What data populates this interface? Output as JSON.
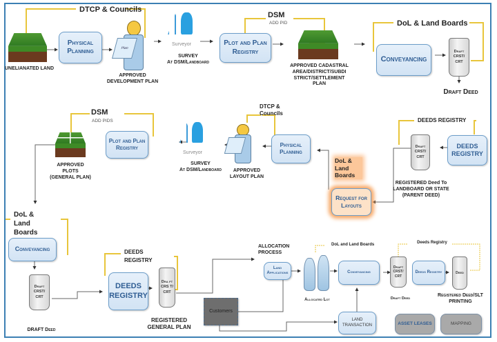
{
  "diagram": {
    "row1": {
      "group_dtcp": "DTCP & Councils",
      "unalienated_land": "UNELIANATED LAND",
      "physical_planning": "Physical Planning",
      "approved_dev_plan": "APPROVED DEVELOPMENT PLAN",
      "plan_sheet_label": "Plan",
      "surveyor_caption": "Surveyor",
      "survey": "SURVEY",
      "survey_at": "At DSM/Landboard",
      "group_dsm": "DSM",
      "dsm_sub": "ADD PID",
      "plot_plan_registry": "Plot and Plan Registry",
      "approved_cadastral": "APPROVED CADASTRAL AREA/DISTRICT/SUBDI STRICT/SETTLEMENT PLAN",
      "group_dol": "DoL & Land Boards",
      "conveyancing": "Conveyancing",
      "draft_scroll": "Draft CRST/ CRT",
      "draft_deed": "Draft Deed"
    },
    "row2": {
      "group_dsm": "DSM",
      "dsm_sub": "ADD PIDS",
      "approved_plots": "APPROVED PLOTS (GENERAL PLAN)",
      "plot_plan_registry": "Plot and Plan Registry",
      "surveyor_caption": "Surveyor",
      "survey": "SURVEY",
      "survey_at": "At DSM/Landboard",
      "group_dtcp": "DTCP & Councils",
      "approved_layout": "APPROVED LAYOUT PLAN",
      "physical_planning": "Physical Planning",
      "dol_land_boards": "DoL & Land Boards",
      "request_layouts": "Request for Layouts",
      "group_deeds": "DEEDS REGISTRY",
      "deeds_registry": "DEEDS REGISTRY",
      "registered_scroll": "Draft CRST/ CRT",
      "registered_deed": "REGISTERED  Deed To LANDBOARD OR STATE (PARENT DEED)"
    },
    "row3": {
      "group_dol": "DoL & Land Boards",
      "conveyancing": "Conveyancing",
      "draft_scroll": "Draft CRST/ CRT",
      "draft_deed": "DRAFT Deed",
      "group_deeds": "DEEDS REGISTRY",
      "deeds_registry": "DEEDS REGISTRY",
      "gp_scroll": "Dra ft CRS T/ CRT",
      "registered_gp": "REGISTERED GENERAL PLAN",
      "customers": "Customers",
      "allocation_process": "ALLOCATION PROCESS",
      "group_dol_small": "DoL and Land Boards",
      "land_applications": "Land Applications",
      "allocated_lot": "Allocated Lot",
      "conveyancing_small": "Conveyancing",
      "land_transaction": "LAND TRANSACTION",
      "group_deeds_small": "Deeds Registry",
      "draft_scroll_small": "Draft CRST/ CRT",
      "draft_deed_small": "Draft Deed",
      "deeds_registry_small": "Deeds Registry",
      "deed_scroll": "Deed",
      "registered_deed_slt_a": "Registered Deed/SLT",
      "registered_deed_slt_b": "PRINTING",
      "asset_leases": "ASSET LEASES",
      "mapping": "MAPPING"
    }
  }
}
